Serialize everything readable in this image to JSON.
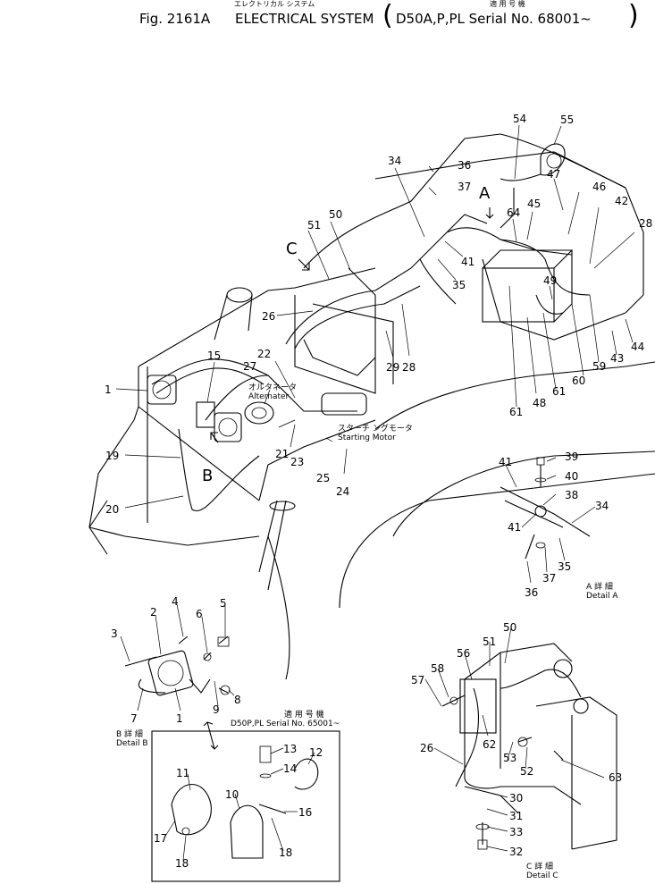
{
  "header": {
    "fig": "Fig. 2161A",
    "title_jp": "エレクトリカル システム",
    "title": "ELECTRICAL SYSTEM",
    "serial_jp": "適 用 号 機",
    "serial": "D50A,P,PL Serial No. 68001~"
  },
  "annotations": {
    "alternator_jp": "オルタネータ",
    "alternator": "Alternater",
    "starting_motor_jp": "スターチ ングモータ",
    "starting_motor": "Starting Motor",
    "detail_a_jp": "A 詳 細",
    "detail_a": "Detail A",
    "detail_b_jp": "B 詳 細",
    "detail_b": "Detail B",
    "detail_c_jp": "C 詳 細",
    "detail_c": "Detail C",
    "inset_serial_jp": "適 用 号 機",
    "inset_serial": "D50P,PL Serial No. 65001~",
    "view_a": "A",
    "view_b": "B",
    "view_c": "C"
  },
  "callouts": [
    "1",
    "2",
    "3",
    "4",
    "5",
    "6",
    "7",
    "8",
    "9",
    "10",
    "11",
    "12",
    "13",
    "14",
    "15",
    "16",
    "17",
    "18",
    "19",
    "20",
    "21",
    "22",
    "23",
    "24",
    "25",
    "26",
    "27",
    "28",
    "29",
    "30",
    "31",
    "32",
    "33",
    "34",
    "35",
    "36",
    "37",
    "38",
    "39",
    "40",
    "41",
    "42",
    "43",
    "44",
    "45",
    "46",
    "47",
    "48",
    "49",
    "50",
    "51",
    "52",
    "53",
    "54",
    "55",
    "56",
    "57",
    "58",
    "59",
    "60",
    "61",
    "62",
    "63",
    "64"
  ]
}
